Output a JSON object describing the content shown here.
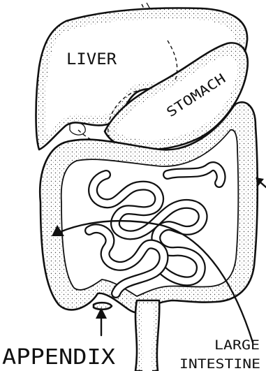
{
  "labels": {
    "liver": "LIVER",
    "stomach": "STOMACH",
    "appendix": "APPENDIX",
    "large_intestine_line1": "LARGE",
    "large_intestine_line2": "INTESTINE"
  },
  "colors": {
    "ink": "#111111",
    "background": "#ffffff",
    "stipple": "#d9d9d9"
  }
}
